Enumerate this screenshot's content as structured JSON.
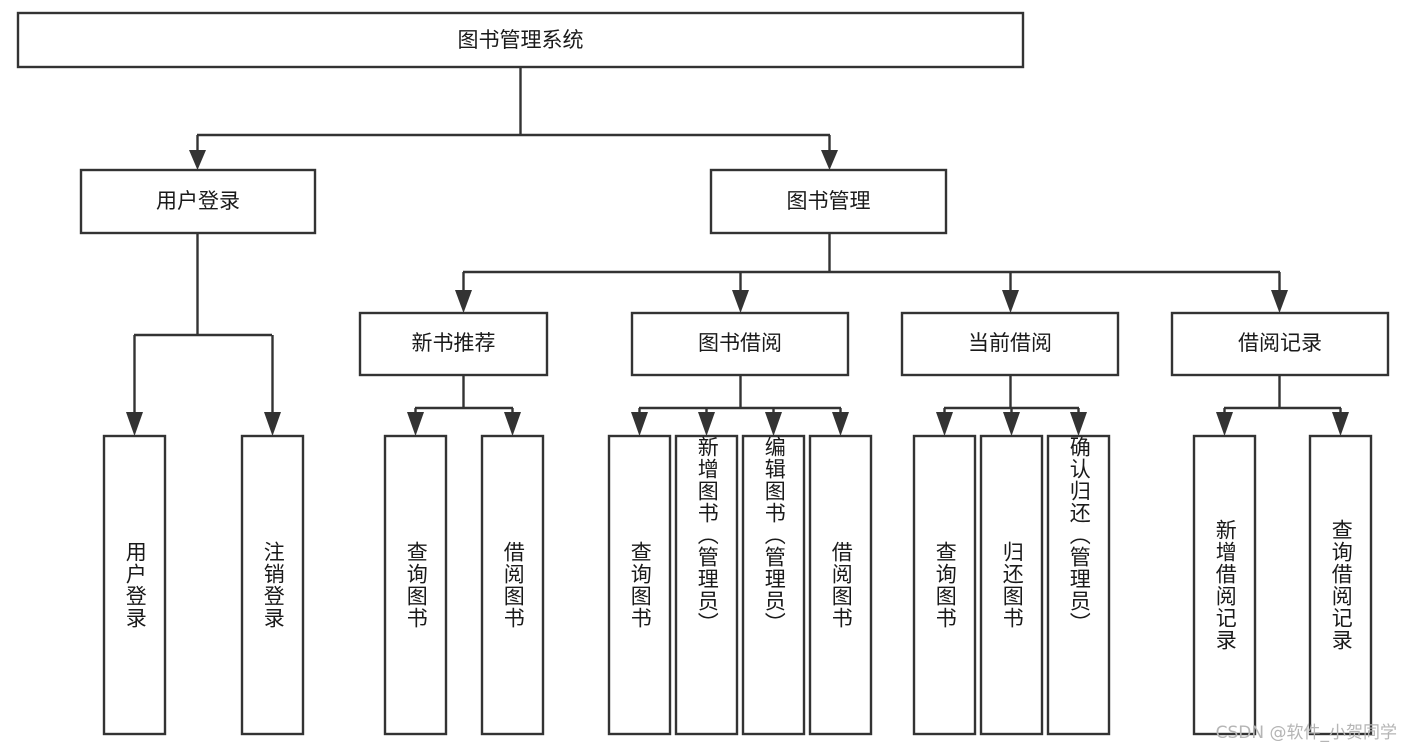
{
  "diagram": {
    "title": "图书管理系统",
    "type": "tree",
    "orientation": "top-down",
    "colors": {
      "box_stroke": "#333333",
      "box_fill": "#ffffff",
      "text": "#1a1a1a",
      "connector": "#333333",
      "watermark": "#b5b5b5",
      "background": "#ffffff"
    },
    "root": {
      "label": "图书管理系统"
    },
    "level2": [
      {
        "label": "用户登录"
      },
      {
        "label": "图书管理"
      }
    ],
    "level3": [
      {
        "label": "新书推荐"
      },
      {
        "label": "图书借阅"
      },
      {
        "label": "当前借阅"
      },
      {
        "label": "借阅记录"
      }
    ],
    "leaves": {
      "user_login": [
        {
          "label": "用户登录"
        },
        {
          "label": "注销登录"
        }
      ],
      "new_book_recommend": [
        {
          "label": "查询图书"
        },
        {
          "label": "借阅图书"
        }
      ],
      "book_borrow": [
        {
          "label": "查询图书"
        },
        {
          "label": "新增图书（管理员）"
        },
        {
          "label": "编辑图书（管理员）"
        },
        {
          "label": "借阅图书"
        }
      ],
      "current_borrow": [
        {
          "label": "查询图书"
        },
        {
          "label": "归还图书"
        },
        {
          "label": "确认归还（管理员）"
        }
      ],
      "borrow_record": [
        {
          "label": "新增借阅记录"
        },
        {
          "label": "查询借阅记录"
        }
      ]
    }
  },
  "watermark": {
    "text": "CSDN @软件_小贺同学"
  }
}
